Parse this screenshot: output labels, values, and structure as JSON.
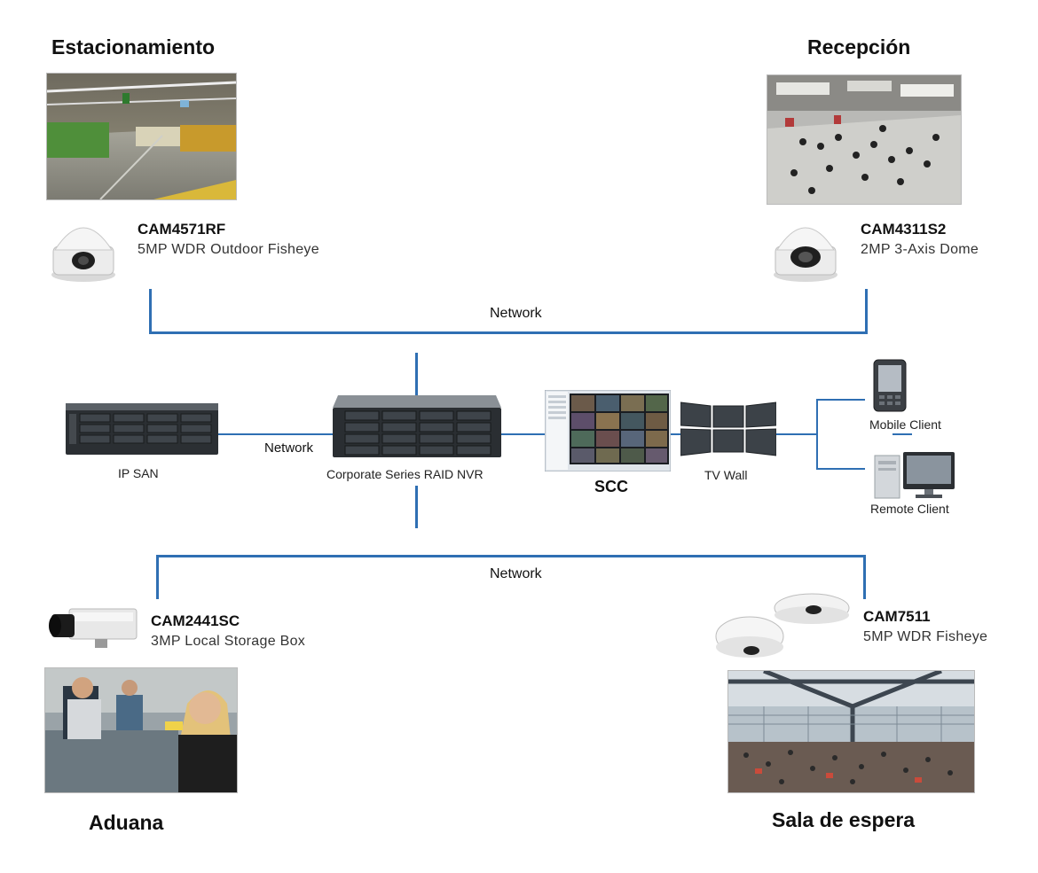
{
  "sites": {
    "parking": {
      "title": "Estacionamiento",
      "camera": {
        "model": "CAM4571RF",
        "description": "5MP WDR Outdoor Fisheye"
      }
    },
    "reception": {
      "title": "Recepción",
      "camera": {
        "model": "CAM4311S2",
        "description": "2MP 3-Axis Dome"
      }
    },
    "customs": {
      "title": "Aduana",
      "camera": {
        "model": "CAM2441SC",
        "description": "3MP Local Storage Box"
      }
    },
    "waiting": {
      "title": "Sala de espera",
      "camera": {
        "model": "CAM7511",
        "description": "5MP WDR Fisheye"
      }
    }
  },
  "networks": {
    "top": "Network",
    "middle": "Network",
    "bottom": "Network"
  },
  "devices": {
    "ip_san": "IP SAN",
    "nvr": "Corporate Series RAID NVR",
    "scc": "SCC",
    "tv_wall": "TV Wall",
    "mobile_client": "Mobile Client",
    "remote_client": "Remote Client"
  },
  "colors": {
    "wire": "#2f6fb3"
  }
}
